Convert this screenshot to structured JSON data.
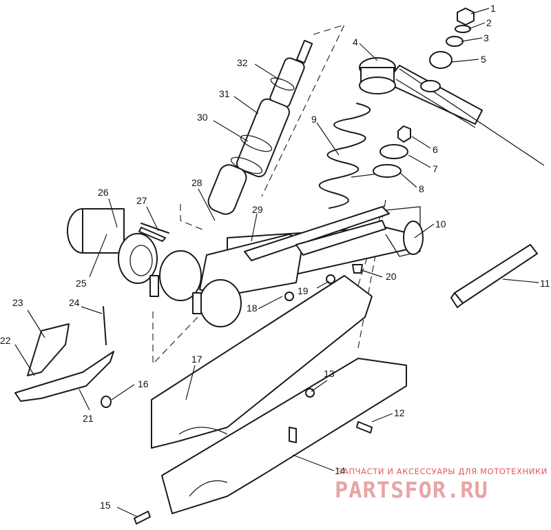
{
  "parts": [
    {
      "number": "1"
    },
    {
      "number": "2"
    },
    {
      "number": "3"
    },
    {
      "number": "4"
    },
    {
      "number": "5"
    },
    {
      "number": "6"
    },
    {
      "number": "7"
    },
    {
      "number": "8"
    },
    {
      "number": "9"
    },
    {
      "number": "10"
    },
    {
      "number": "11"
    },
    {
      "number": "12"
    },
    {
      "number": "13"
    },
    {
      "number": "14"
    },
    {
      "number": "15"
    },
    {
      "number": "16"
    },
    {
      "number": "17"
    },
    {
      "number": "18"
    },
    {
      "number": "19"
    },
    {
      "number": "20"
    },
    {
      "number": "21"
    },
    {
      "number": "22"
    },
    {
      "number": "23"
    },
    {
      "number": "24"
    },
    {
      "number": "25"
    },
    {
      "number": "26"
    },
    {
      "number": "27"
    },
    {
      "number": "28"
    },
    {
      "number": "29"
    },
    {
      "number": "30"
    },
    {
      "number": "31"
    },
    {
      "number": "32"
    }
  ],
  "watermark": {
    "tagline": "ЗАПЧАСТИ И АКСЕССУАРЫ ДЛЯ МОТОТЕХНИКИ",
    "brand": "PARTSFOR.RU",
    "tagline_color": "#e05a5a",
    "brand_color": "#e8a4a4"
  }
}
